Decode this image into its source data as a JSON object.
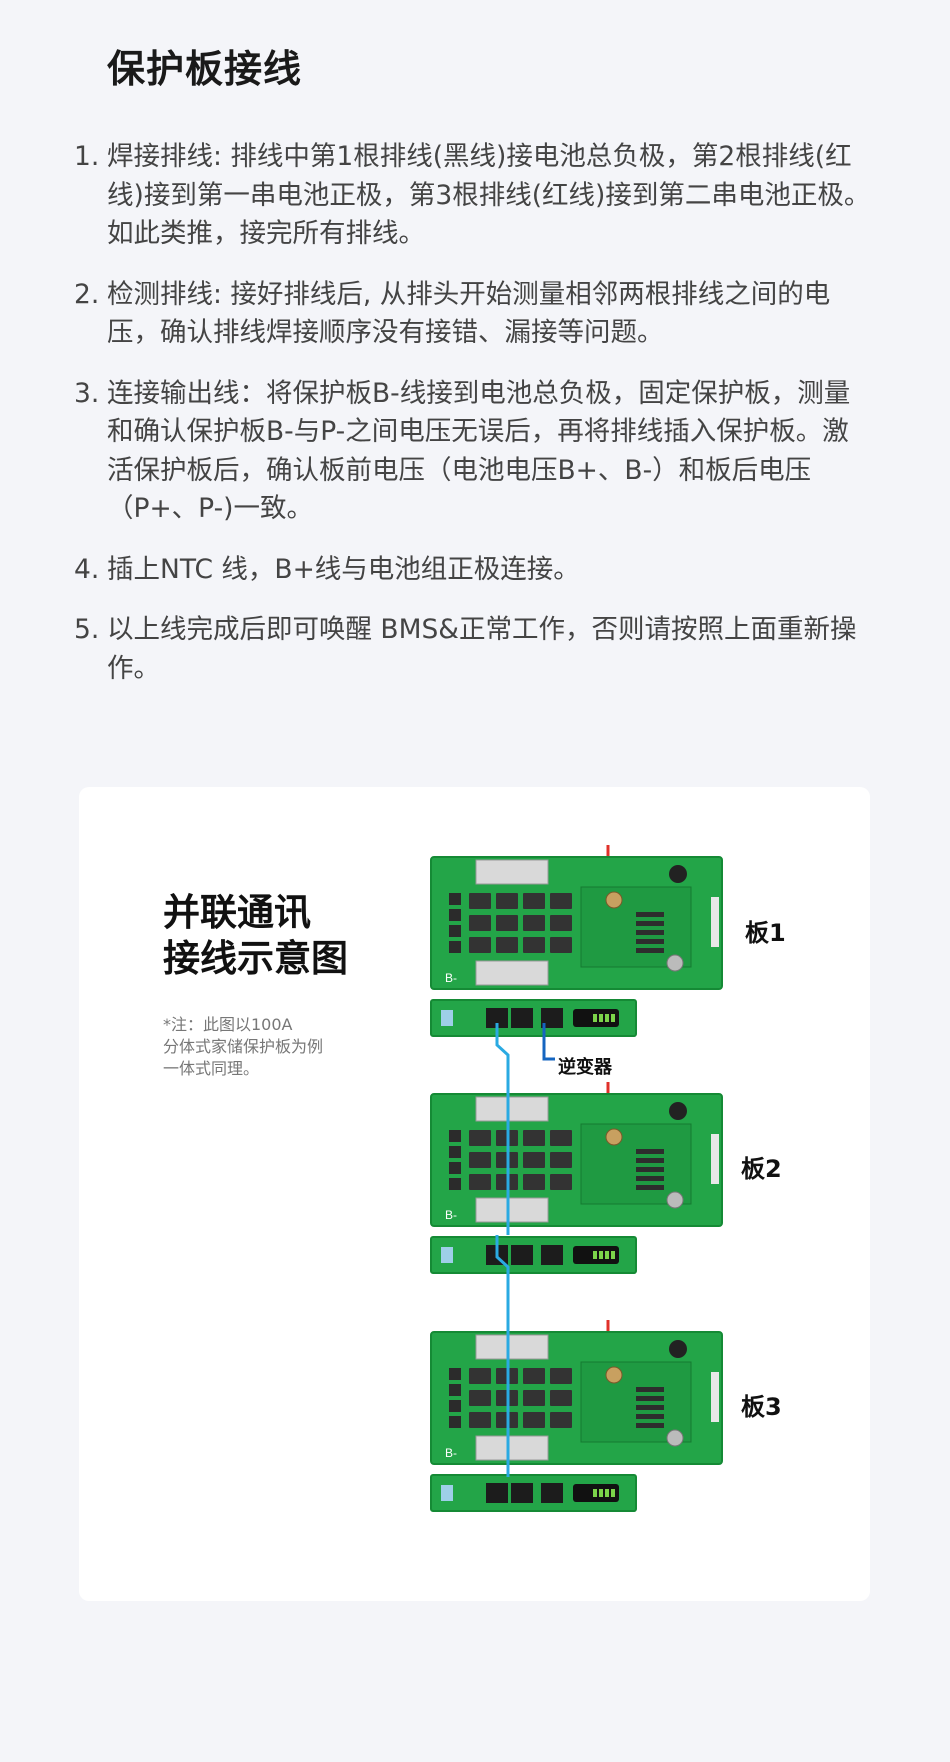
{
  "title": "保护板接线",
  "steps": [
    {
      "num": "1.",
      "text": "焊接排线: 排线中第1根排线(黑线)接电池总负极，第2根排线(红线)接到第一串电池正极，第3根排线(红线)接到第二串电池正极。如此类推，接完所有排线。"
    },
    {
      "num": "2.",
      "text": "检测排线: 接好排线后, 从排头开始测量相邻两根排线之间的电压，确认排线焊接顺序没有接错、漏接等问题。"
    },
    {
      "num": "3.",
      "text": "连接输出线：将保护板B-线接到电池总负极，固定保护板，测量和确认保护板B-与P-之间电压无误后，再将排线插入保护板。激活保护板后，确认板前电压（电池电压B+、B-）和板后电压（P+、P-)一致。"
    },
    {
      "num": "4.",
      "text": "插上NTC 线，B+线与电池组正极连接。"
    },
    {
      "num": "5.",
      "text": "以上线完成后即可唤醒 BMS&正常工作，否则请按照上面重新操作。"
    }
  ],
  "diagram": {
    "title_line1": "并联通讯",
    "title_line2": "接线示意图",
    "note_line1": "*注：此图以100A",
    "note_line2": "分体式家储保护板为例",
    "note_line3": "一体式同理。",
    "inverter_label": "逆变器",
    "boards": [
      {
        "label": "板1",
        "bminus": "B-"
      },
      {
        "label": "板2",
        "bminus": "B-"
      },
      {
        "label": "板3",
        "bminus": "B-"
      }
    ],
    "colors": {
      "pcb": "#23a548",
      "pcb_dark": "#158a35",
      "cable_blue": "#2aaae2",
      "inverter_cable": "#1565c0",
      "red_wire": "#e0312a"
    }
  }
}
